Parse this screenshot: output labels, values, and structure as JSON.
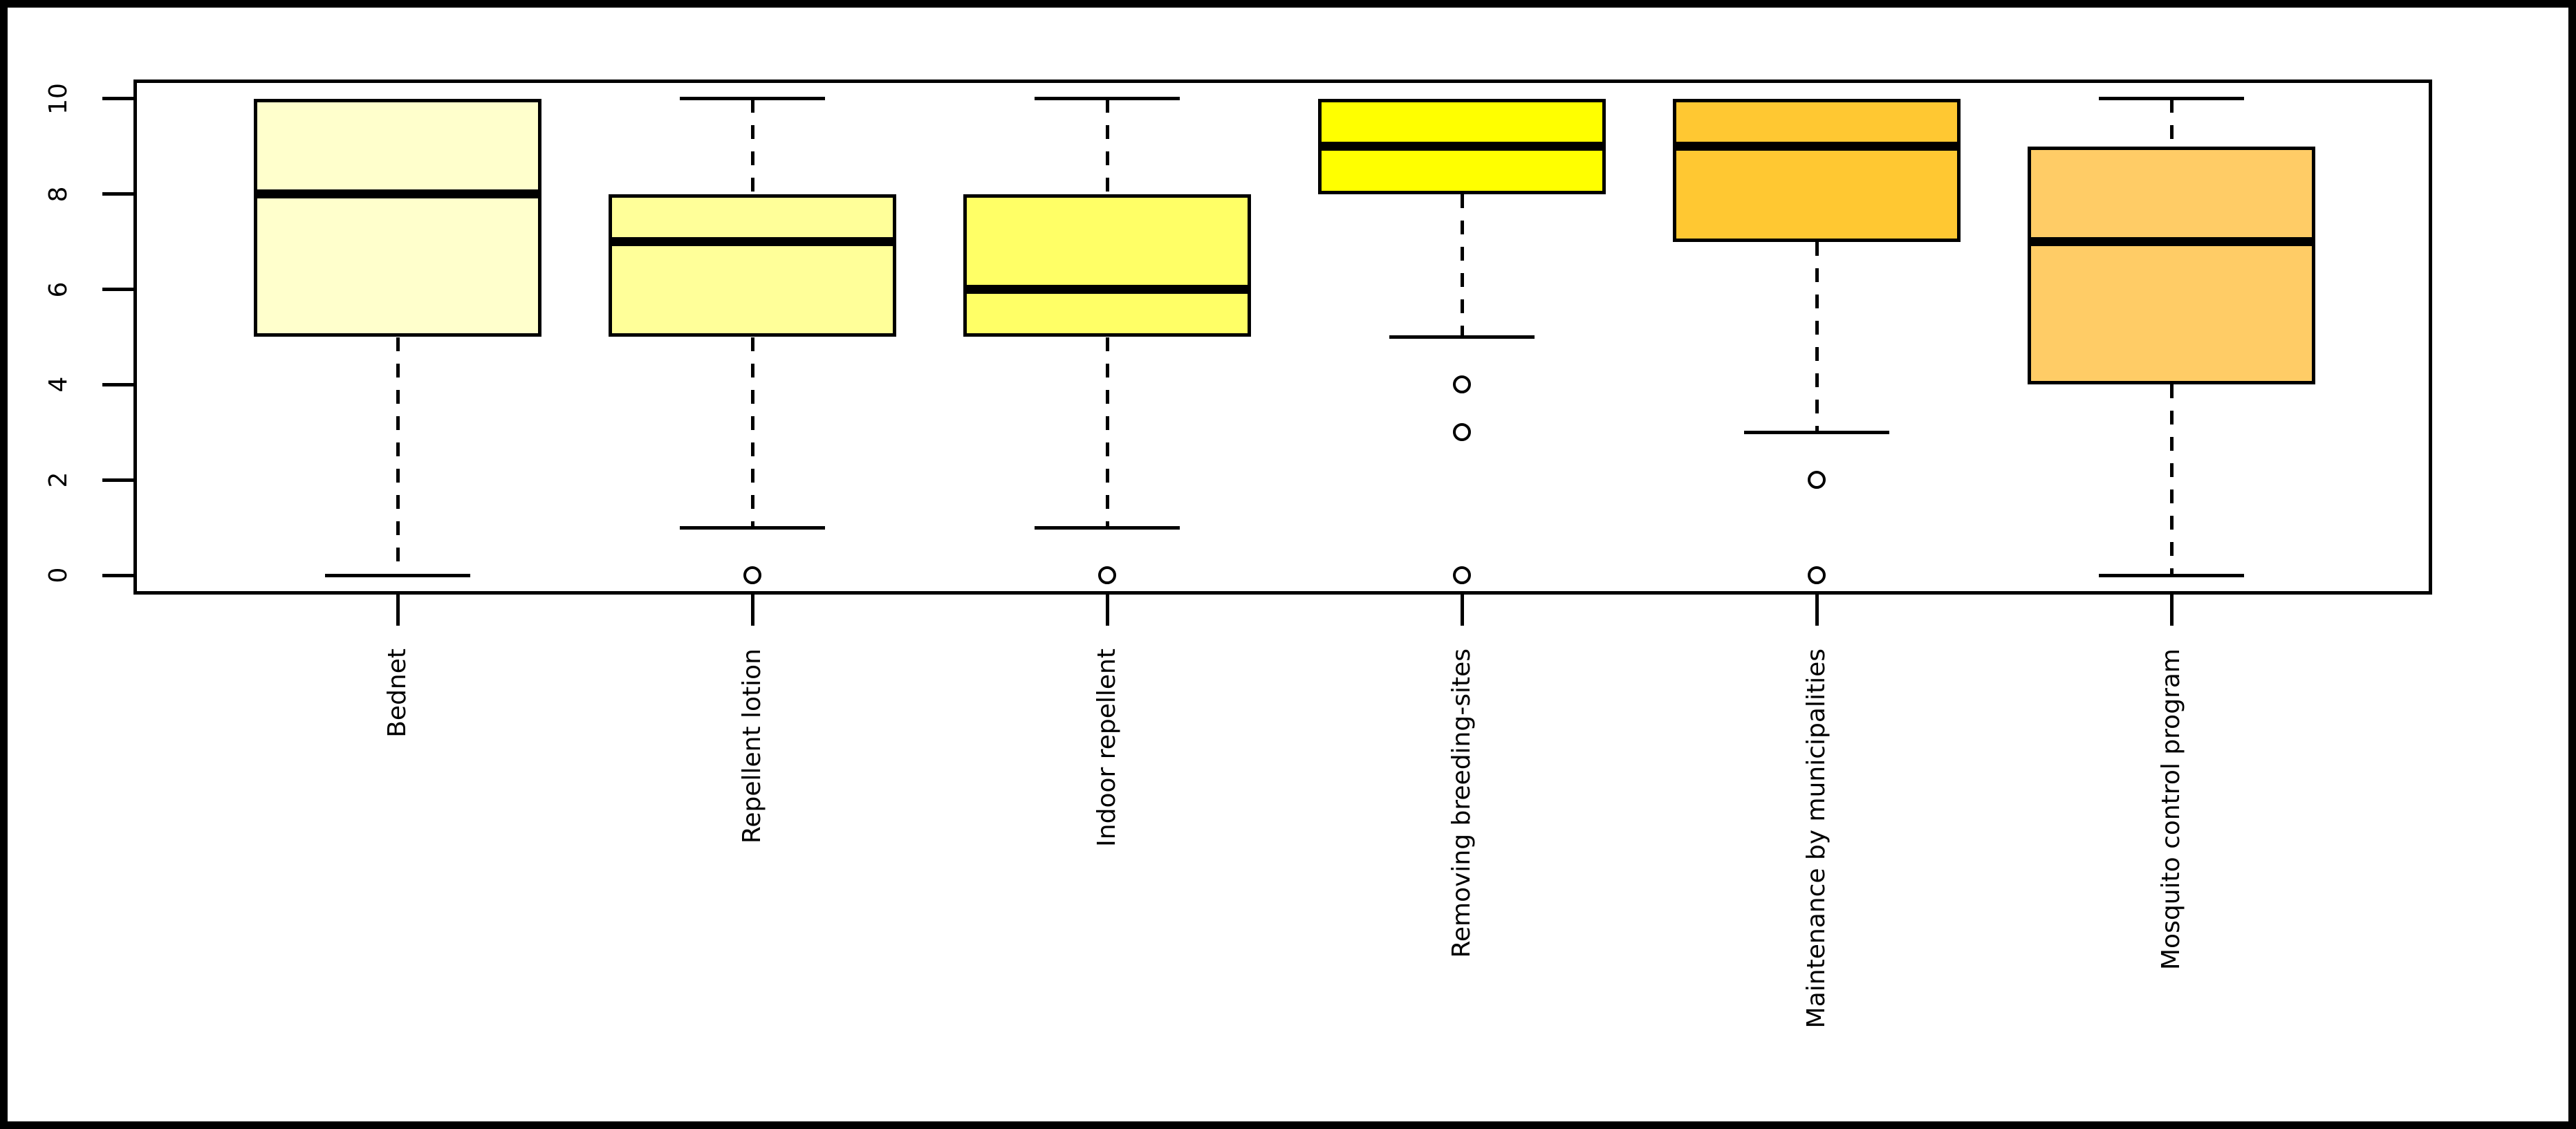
{
  "figure": {
    "background_color": "#FFFFFF",
    "frame_color": "#000000",
    "axis_color": "#000000"
  },
  "chart_data": {
    "type": "boxplot",
    "title": "",
    "xlabel": "",
    "ylabel": "",
    "ylim": [
      0,
      10
    ],
    "yticks": [
      "0",
      "2",
      "4",
      "6",
      "8",
      "10"
    ],
    "ytick_values": [
      0,
      2,
      4,
      6,
      8,
      10
    ],
    "grid": "off",
    "orientation": "vertical",
    "categories": [
      "Bednet",
      "Repellent lotion",
      "Indoor repellent",
      "Removing breeding-sites",
      "Maintenance by municipalities",
      "Mosquito control program"
    ],
    "series": [
      {
        "label": "Bednet",
        "color": "#FFFFCC",
        "q1": 5,
        "median": 8,
        "q3": 10,
        "whisker_low": 0,
        "whisker_high": 10,
        "outliers": []
      },
      {
        "label": "Repellent lotion",
        "color": "#FFFF99",
        "q1": 5,
        "median": 7,
        "q3": 8,
        "whisker_low": 1,
        "whisker_high": 10,
        "outliers": [
          0
        ]
      },
      {
        "label": "Indoor repellent",
        "color": "#FFFF66",
        "q1": 5,
        "median": 6,
        "q3": 8,
        "whisker_low": 1,
        "whisker_high": 10,
        "outliers": [
          0
        ]
      },
      {
        "label": "Removing breeding-sites",
        "color": "#FFFF00",
        "q1": 8,
        "median": 9,
        "q3": 10,
        "whisker_low": 5,
        "whisker_high": 10,
        "outliers": [
          4,
          3,
          0
        ]
      },
      {
        "label": "Maintenance by municipalities",
        "color": "#FFC832",
        "q1": 7,
        "median": 9,
        "q3": 10,
        "whisker_low": 3,
        "whisker_high": 10,
        "outliers": [
          2,
          0
        ]
      },
      {
        "label": "Mosquito control program",
        "color": "#FFCC66",
        "q1": 4,
        "median": 7,
        "q3": 9,
        "whisker_low": 0,
        "whisker_high": 10,
        "outliers": []
      }
    ]
  }
}
